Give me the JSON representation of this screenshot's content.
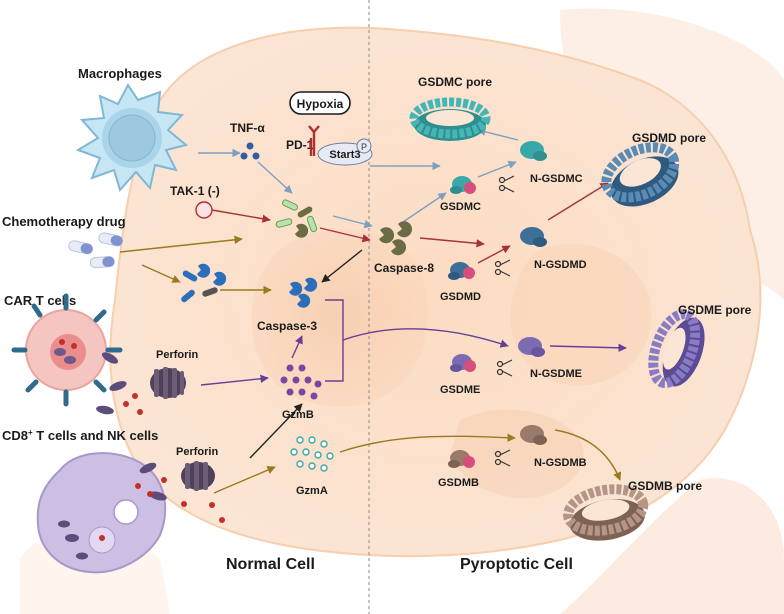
{
  "labels": {
    "macrophages": "Macrophages",
    "chemo": "Chemotherapy drug",
    "car_t": "CAR T cells",
    "cd8_prefix": "CD8",
    "cd8_sup": "+",
    "cd8_suffix": " T cells and NK cells",
    "tnf": "TNF-α",
    "hypoxia": "Hypoxia",
    "pd1": "PD-1",
    "start3": "Start3",
    "phospho": "P",
    "tak1": "TAK-1  (-)",
    "caspase8": "Caspase-8",
    "caspase3": "Caspase-3",
    "perforin_car": "Perforin",
    "perforin_cd8": "Perforin",
    "gzmb": "GzmB",
    "gzma": "GzmA",
    "gsdmc": "GSDMC",
    "n_gsdmc": "N-GSDMC",
    "gsdmc_pore": "GSDMC pore",
    "gsdmd": "GSDMD",
    "n_gsdmd": "N-GSDMD",
    "gsdmd_pore": "GSDMD pore",
    "gsdme": "GSDME",
    "n_gsdme": "N-GSDME",
    "gsdme_pore": "GSDME pore",
    "gsdmb": "GSDMB",
    "n_gsdmb": "N-GSDMB",
    "gsdmb_pore": "GSDMB pore",
    "normal_cell": "Normal Cell",
    "pyroptotic_cell": "Pyroptotic Cell"
  },
  "colors": {
    "cell_fill": "#fbe3cf",
    "background_cell": "#fde9dc",
    "macrophage": "#b9dff0",
    "arrow_blue": "#7f9fbf",
    "arrow_red": "#a8323a",
    "arrow_olive": "#9a7a1e",
    "arrow_purple": "#6a3d9a",
    "arrow_black": "#222222",
    "gsdmc": "#3aa8a8",
    "gsdmd": "#3e6f98",
    "gsdme": "#7b6bb0",
    "gsdmb": "#9a7a6a",
    "caspase": "#6b6b45",
    "cas3": "#2a6fb8",
    "gzmb": "#7a45a5",
    "gzma": "#3aaaa0"
  }
}
